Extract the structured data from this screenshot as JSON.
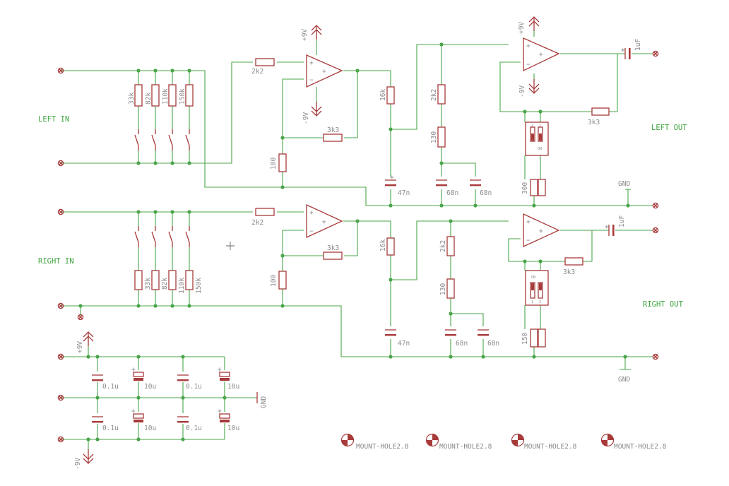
{
  "nets": {
    "left_in": "LEFT IN",
    "right_in": "RIGHT IN",
    "left_out": "LEFT OUT",
    "right_out": "RIGHT OUT",
    "gnd": "GND",
    "pos_supply": "+9V",
    "neg_supply": "-9V"
  },
  "resistors": {
    "input_2k2": "2k2",
    "feedback_3k3": "3k3",
    "shunt_100": "100",
    "series_16k": "16k",
    "series_2k2": "2k2",
    "series_130": "130",
    "out_feedback_3k3": "3k3",
    "left_dip_resistor": "300",
    "right_dip_resistor": "150",
    "level_values": [
      "33k",
      "82k",
      "110k",
      "150k"
    ]
  },
  "capacitors": {
    "c_47n": "47n",
    "c_68n": "68n",
    "c_out": "1uF",
    "bypass_small": "0.1u",
    "bypass_large": "10u"
  },
  "dip_switch": {
    "on_label": "ON",
    "pin_1": "1",
    "pin_2": "2"
  },
  "mount_hole_label": "MOUNT-HOLE2.8"
}
